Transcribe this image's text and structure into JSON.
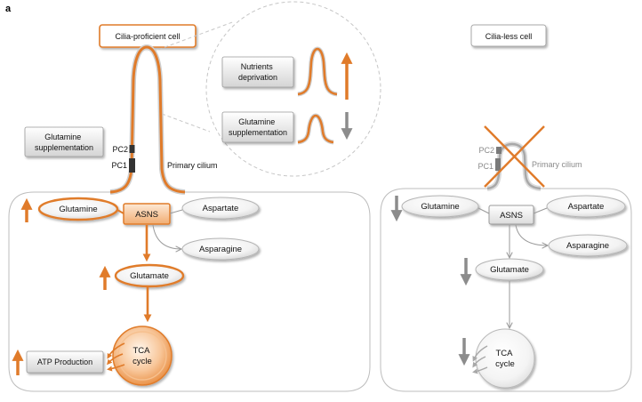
{
  "panel_label": "a",
  "colors": {
    "accent": "#E07B2A",
    "muted": "#8C8C8C",
    "outline": "#BDBDBD"
  },
  "left": {
    "title": "Cilia-proficient cell",
    "supplementation": {
      "line1": "Glutamine",
      "line2": "supplementation"
    },
    "cilium": {
      "pc2": "PC2",
      "pc1": "PC1",
      "label": "Primary cilium"
    },
    "inset": {
      "nutrients": {
        "line1": "Nutrients",
        "line2": "deprivation",
        "change_icon": "arrow-up-icon"
      },
      "glutamine": {
        "line1": "Glutamine",
        "line2": "supplementation",
        "change_icon": "arrow-down-icon"
      }
    },
    "nodes": {
      "glutamine": "Glutamine",
      "asns": "ASNS",
      "aspartate": "Aspartate",
      "asparagine": "Asparagine",
      "glutamate": "Glutamate",
      "tca_line1": "TCA",
      "tca_line2": "cycle",
      "atp": "ATP Production"
    },
    "indicators": {
      "glutamine": "arrow-up-icon",
      "glutamate": "arrow-up-icon",
      "atp": "arrow-up-icon"
    }
  },
  "right": {
    "title": "Cilia-less cell",
    "cilium": {
      "pc2": "PC2",
      "pc1": "PC1",
      "label": "Primary cilium",
      "status_icon": "cross-icon"
    },
    "nodes": {
      "glutamine": "Glutamine",
      "asns": "ASNS",
      "aspartate": "Aspartate",
      "asparagine": "Asparagine",
      "glutamate": "Glutamate",
      "tca_line1": "TCA",
      "tca_line2": "cycle"
    },
    "indicators": {
      "glutamine": "arrow-down-icon",
      "glutamate": "arrow-down-icon",
      "tca": "arrow-down-icon"
    }
  }
}
